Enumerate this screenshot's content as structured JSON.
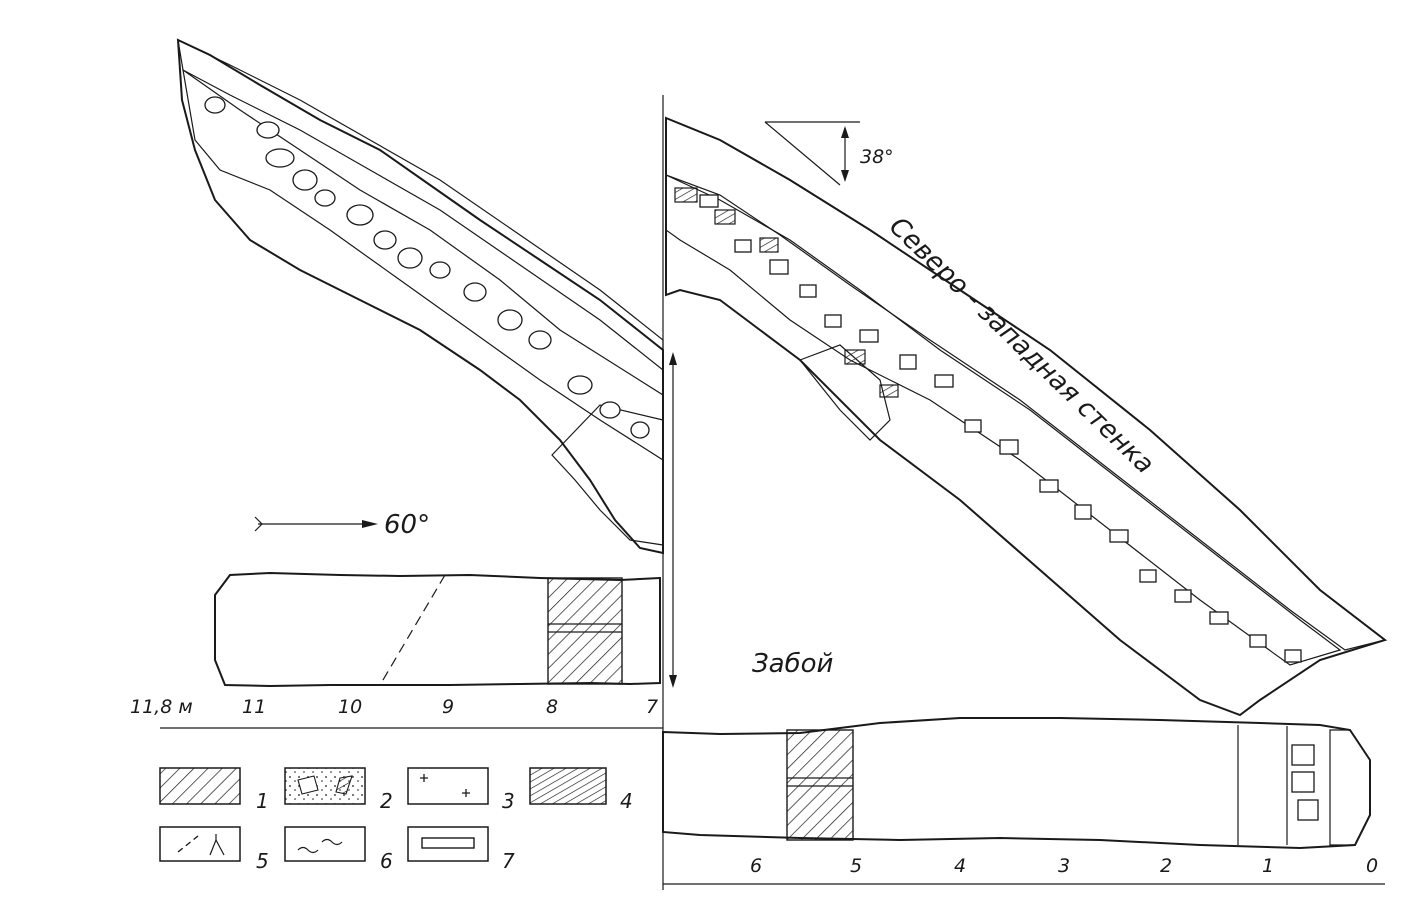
{
  "labels": {
    "wall": "Северо - западная стенка",
    "face": "Забой",
    "dip_angle": "38°",
    "azimuth": "60°"
  },
  "scale_left": [
    "11,8 м",
    "11",
    "10",
    "9",
    "8",
    "7"
  ],
  "scale_right": [
    "6",
    "5",
    "4",
    "3",
    "2",
    "1",
    "0"
  ],
  "legend": [
    {
      "num": "1",
      "pattern": "diagonal-hatch"
    },
    {
      "num": "2",
      "pattern": "boulders"
    },
    {
      "num": "3",
      "pattern": "crosses"
    },
    {
      "num": "4",
      "pattern": "dense-hatch"
    },
    {
      "num": "5",
      "pattern": "fault-crack"
    },
    {
      "num": "6",
      "pattern": "wavy-contact"
    },
    {
      "num": "7",
      "pattern": "thin-vein"
    }
  ]
}
